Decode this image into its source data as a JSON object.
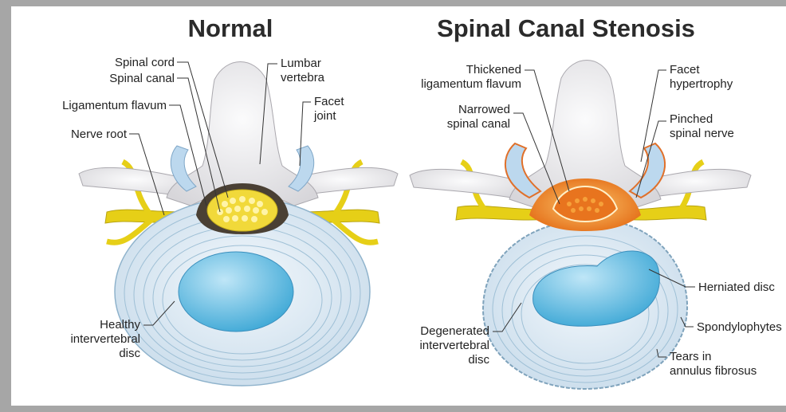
{
  "titles": {
    "normal": "Normal",
    "stenosis": "Spinal Canal Stenosis"
  },
  "normal_labels": {
    "spinal_cord": "Spinal cord",
    "spinal_canal": "Spinal canal",
    "ligamentum_flavum": "Ligamentum flavum",
    "nerve_root": "Nerve root",
    "lumbar_vertebra": [
      "Lumbar",
      "vertebra"
    ],
    "facet_joint": [
      "Facet",
      "joint"
    ],
    "healthy_disc": [
      "Healthy",
      "intervertebral",
      "disc"
    ]
  },
  "stenosis_labels": {
    "thickened_ligamentum": [
      "Thickened",
      "ligamentum flavum"
    ],
    "narrowed_canal": [
      "Narrowed",
      "spinal canal"
    ],
    "facet_hypertrophy": [
      "Facet",
      "hypertrophy"
    ],
    "pinched_nerve": [
      "Pinched",
      "spinal nerve"
    ],
    "herniated_disc": "Herniated disc",
    "spondylophytes": "Spondylophytes",
    "tears_annulus": [
      "Tears in",
      "annulus fibrosus"
    ],
    "degenerated_disc": [
      "Degenerated",
      "intervertebral",
      "disc"
    ]
  },
  "colors": {
    "bone": "#efeef0",
    "disc_outer": "#dbe9f3",
    "disc_ring": "#8fb3cc",
    "nucleus": "#5fb6dc",
    "nerve": "#e8d21c",
    "cord_fill": "#f1d93a",
    "canal_dark": "#4a4034",
    "inflamed": "#e8741e",
    "title_text": "#2b2b2b"
  }
}
